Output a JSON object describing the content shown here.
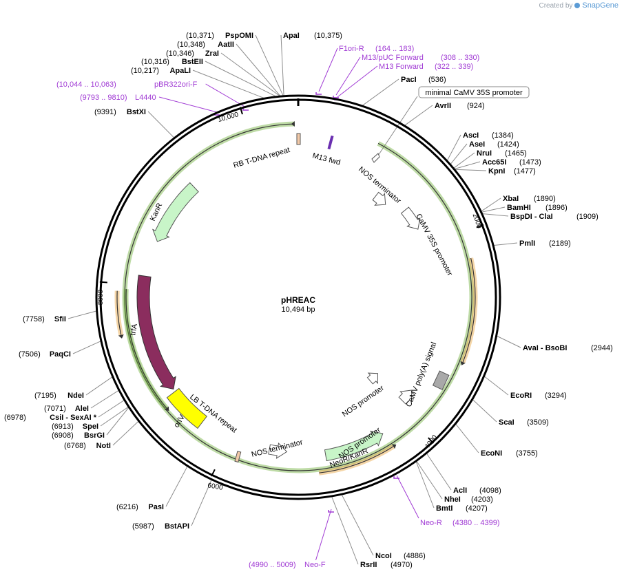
{
  "credit": {
    "created_by": "Created by",
    "brand": "SnapGene",
    "logo_icon": "snapgene-logo-icon"
  },
  "plasmid": {
    "name": "pHREAC",
    "length_label": "10,494 bp",
    "length": 10494
  },
  "ticks": [
    {
      "pos": 2000,
      "label": "2000"
    },
    {
      "pos": 4000,
      "label": "4000"
    },
    {
      "pos": 6000,
      "label": "6000"
    },
    {
      "pos": 8000,
      "label": "8000"
    },
    {
      "pos": 10000,
      "label": "10,000"
    }
  ],
  "sites": [
    {
      "name": "ApaI",
      "pos": 10375,
      "pos_label": "(10,375)",
      "side": "right"
    },
    {
      "name": "PspOMI",
      "pos": 10371,
      "pos_label": "(10,371)",
      "side": "left"
    },
    {
      "name": "AatII",
      "pos": 10348,
      "pos_label": "(10,348)",
      "side": "left"
    },
    {
      "name": "ZraI",
      "pos": 10346,
      "pos_label": "(10,346)",
      "side": "left"
    },
    {
      "name": "BstEII",
      "pos": 10316,
      "pos_label": "(10,316)",
      "side": "left"
    },
    {
      "name": "ApaLI",
      "pos": 10217,
      "pos_label": "(10,217)",
      "side": "left"
    },
    {
      "name": "BstXI",
      "pos": 9391,
      "pos_label": "(9391)",
      "side": "left"
    },
    {
      "name": "PacI",
      "pos": 536,
      "pos_label": "(536)",
      "side": "right"
    },
    {
      "name": "AvrII",
      "pos": 924,
      "pos_label": "(924)",
      "side": "right"
    },
    {
      "name": "AscI",
      "pos": 1384,
      "pos_label": "(1384)",
      "side": "right"
    },
    {
      "name": "AseI",
      "pos": 1424,
      "pos_label": "(1424)",
      "side": "right"
    },
    {
      "name": "NruI",
      "pos": 1465,
      "pos_label": "(1465)",
      "side": "right"
    },
    {
      "name": "Acc65I",
      "pos": 1473,
      "pos_label": "(1473)",
      "side": "right"
    },
    {
      "name": "KpnI",
      "pos": 1477,
      "pos_label": "(1477)",
      "side": "right"
    },
    {
      "name": "XbaI",
      "pos": 1890,
      "pos_label": "(1890)",
      "side": "right"
    },
    {
      "name": "BamHI",
      "pos": 1896,
      "pos_label": "(1896)",
      "side": "right"
    },
    {
      "name": "BspDI - ClaI",
      "pos": 1909,
      "pos_label": "(1909)",
      "side": "right"
    },
    {
      "name": "PmlI",
      "pos": 2189,
      "pos_label": "(2189)",
      "side": "right"
    },
    {
      "name": "AvaI - BsoBI",
      "pos": 2944,
      "pos_label": "(2944)",
      "side": "right"
    },
    {
      "name": "EcoRI",
      "pos": 3294,
      "pos_label": "(3294)",
      "side": "right"
    },
    {
      "name": "ScaI",
      "pos": 3509,
      "pos_label": "(3509)",
      "side": "right"
    },
    {
      "name": "EcoNI",
      "pos": 3755,
      "pos_label": "(3755)",
      "side": "right"
    },
    {
      "name": "AclI",
      "pos": 4098,
      "pos_label": "(4098)",
      "side": "right"
    },
    {
      "name": "NheI",
      "pos": 4203,
      "pos_label": "(4203)",
      "side": "right"
    },
    {
      "name": "BmtI",
      "pos": 4207,
      "pos_label": "(4207)",
      "side": "right"
    },
    {
      "name": "NcoI",
      "pos": 4886,
      "pos_label": "(4886)",
      "side": "right"
    },
    {
      "name": "RsrII",
      "pos": 4970,
      "pos_label": "(4970)",
      "side": "right"
    },
    {
      "name": "BstAPI",
      "pos": 5987,
      "pos_label": "(5987)",
      "side": "left"
    },
    {
      "name": "PasI",
      "pos": 6216,
      "pos_label": "(6216)",
      "side": "left"
    },
    {
      "name": "NotI",
      "pos": 6768,
      "pos_label": "(6768)",
      "side": "left"
    },
    {
      "name": "BsrGI",
      "pos": 6908,
      "pos_label": "(6908)",
      "side": "left"
    },
    {
      "name": "SpeI",
      "pos": 6913,
      "pos_label": "(6913)",
      "side": "left"
    },
    {
      "name": "CsiI - SexAI *",
      "pos": 6978,
      "pos_label": "(6978)",
      "side": "left"
    },
    {
      "name": "AleI",
      "pos": 7071,
      "pos_label": "(7071)",
      "side": "left"
    },
    {
      "name": "NdeI",
      "pos": 7195,
      "pos_label": "(7195)",
      "side": "left"
    },
    {
      "name": "PaqCI",
      "pos": 7506,
      "pos_label": "(7506)",
      "side": "left"
    },
    {
      "name": "SfiI",
      "pos": 7758,
      "pos_label": "(7758)",
      "side": "left"
    }
  ],
  "primers": [
    {
      "name": "F1ori-R",
      "range": "(164 .. 183)",
      "pos": 173,
      "side": "right"
    },
    {
      "name": "M13/pUC Forward",
      "range": "(308 .. 330)",
      "pos": 319,
      "side": "right"
    },
    {
      "name": "M13 Forward",
      "range": "(322 .. 339)",
      "pos": 330,
      "side": "right"
    },
    {
      "name": "pBR322ori-F",
      "range": "(10,044 .. 10,063)",
      "pos": 10053,
      "side": "left"
    },
    {
      "name": "L4440",
      "range": "(9793 .. 9810)",
      "pos": 9801,
      "side": "left"
    },
    {
      "name": "Neo-R",
      "range": "(4380 .. 4399)",
      "pos": 4390,
      "side": "right"
    },
    {
      "name": "Neo-F",
      "range": "(4990 .. 5009)",
      "pos": 5000,
      "side": "left"
    }
  ],
  "features": [
    {
      "name": "minimal CaMV 35S promoter",
      "boxed": true
    },
    {
      "name": "NOS terminator"
    },
    {
      "name": "CaMV 35S promoter"
    },
    {
      "name": "CaMV poly(A) signal"
    },
    {
      "name": "NOS promoter"
    },
    {
      "name": "NOS promoter"
    },
    {
      "name": "NeoR/KanR"
    },
    {
      "name": "NOS terminator"
    },
    {
      "name": "LB T-DNA repeat"
    },
    {
      "name": "oriV"
    },
    {
      "name": "trfA"
    },
    {
      "name": "KanR"
    },
    {
      "name": "RB T-DNA repeat"
    },
    {
      "name": "M13 fwd"
    }
  ],
  "colors": {
    "backbone": "#000000",
    "primer": "#a03ad4",
    "orf_green": "#6fb03a",
    "orf_orange": "#e8a33d",
    "kanr_fill": "#c8f5c8",
    "trfa_fill": "#8b2d5e",
    "oriv_fill": "#ffff00",
    "repeat_fill": "#f2c9a8",
    "polyA_fill": "#a9a9a9",
    "promoter_fill": "#ffffff",
    "m13_fill": "#6a2fb0"
  }
}
